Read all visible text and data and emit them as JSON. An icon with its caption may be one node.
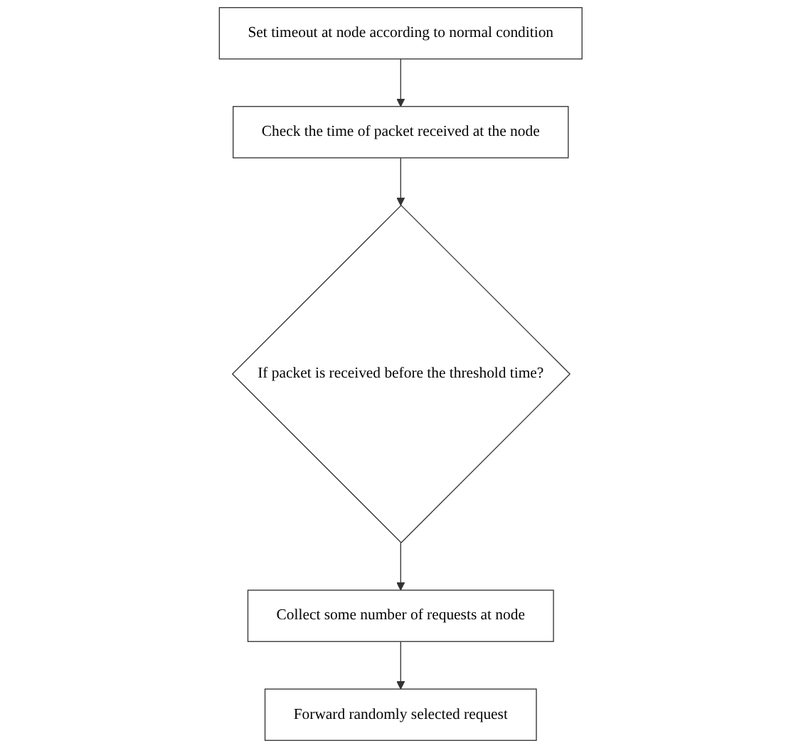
{
  "diagram": {
    "nodes": [
      {
        "text": [
          "Set timeout at node according to normal condition"
        ]
      },
      {
        "text": [
          "Check the time of packet received at the node"
        ]
      },
      {
        "text": [
          "If packet is received before the threshold time?"
        ]
      },
      {
        "text": [
          "Collect some number of requests at node"
        ]
      },
      {
        "text": [
          "Forward randomly selected request"
        ]
      }
    ],
    "edges": [
      {
        "from": 0,
        "to": 1,
        "arrow": "to"
      },
      {
        "from": 1,
        "to": 2,
        "arrow": "to"
      },
      {
        "from": 2,
        "to": 3,
        "arrow": "to"
      },
      {
        "from": 3,
        "to": 4,
        "arrow": "to"
      }
    ]
  }
}
